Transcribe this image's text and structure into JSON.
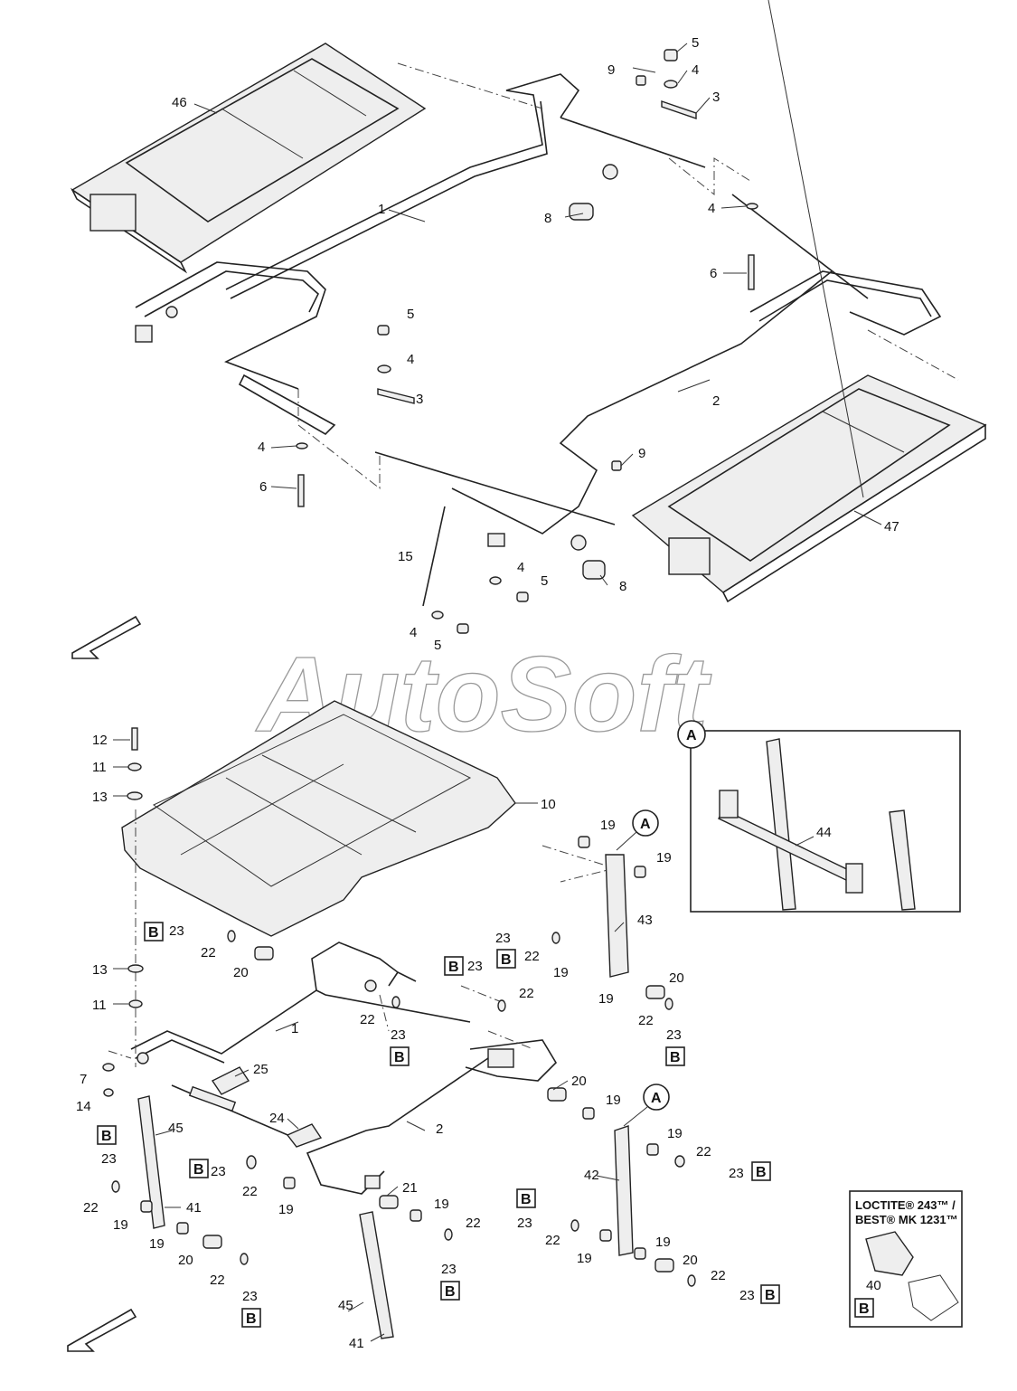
{
  "watermark": "AutoSoft",
  "callouts_top": {
    "n46": "46",
    "n1": "1",
    "n2": "2",
    "n47": "47",
    "n9a": "9",
    "n5a": "5",
    "n4a": "4",
    "n3a": "3",
    "n8a": "8",
    "n4b": "4",
    "n6b": "6",
    "n5c": "5",
    "n4c": "4",
    "n3c": "3",
    "n4d": "4",
    "n6d": "6",
    "n9e": "9",
    "n15": "15",
    "n4e": "4",
    "n5e": "5",
    "n8e": "8",
    "n4f": "4",
    "n5f": "5"
  },
  "callouts_bottom": {
    "n12": "12",
    "n11a": "11",
    "n13a": "13",
    "n10": "10",
    "n13b": "13",
    "n11b": "11",
    "n7": "7",
    "n14": "14",
    "n23a": "23",
    "n22a": "22",
    "n20a": "20",
    "n1": "1",
    "n23b": "23",
    "n22b": "22",
    "n19a": "19",
    "n23c": "23",
    "n22c": "22",
    "n19b": "19",
    "n19c": "19",
    "n43": "43",
    "n20b": "20",
    "n19d": "19",
    "n22d": "22",
    "n23d": "23",
    "n25": "25",
    "n20c": "20",
    "n19e": "19",
    "n2": "2",
    "n24": "24",
    "n19f": "19",
    "n22e": "22",
    "n23e": "23",
    "n42": "42",
    "n45a": "45",
    "n23f": "23",
    "n22f": "22",
    "n19g": "19",
    "n41a": "41",
    "n19h": "19",
    "n20d": "20",
    "n22g": "22",
    "n23g": "23",
    "n23h": "23",
    "n22h": "22",
    "n19i": "19",
    "n21": "21",
    "n19j": "19",
    "n22i": "22",
    "n23i": "23",
    "n45b": "45",
    "n41b": "41",
    "n23j": "23",
    "n22j": "22",
    "n19k": "19",
    "n19l": "19",
    "n20e": "20",
    "n22k": "22",
    "n23k": "23"
  },
  "detail": {
    "letter": "A",
    "label_a1": "A",
    "label_a2": "A",
    "part": "44"
  },
  "box_letter": "B",
  "loctite": {
    "line1": "LOCTITE® 243™ /",
    "line2": "BEST® MK 1231™",
    "part": "40",
    "letter": "B"
  }
}
